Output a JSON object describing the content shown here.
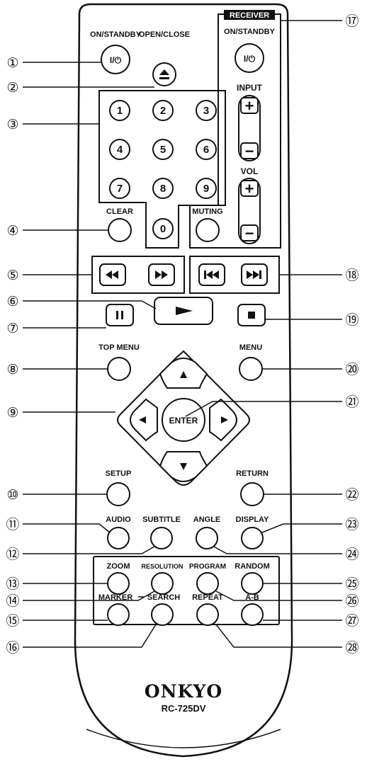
{
  "receiver_badge": "RECEIVER",
  "brand": "ONKYO",
  "model": "RC-725DV",
  "labels": {
    "on_standby": "ON/STANDBY",
    "open_close": "OPEN/CLOSE",
    "receiver_on_standby": "ON/STANDBY",
    "input": "INPUT",
    "vol": "VOL",
    "muting": "MUTING",
    "clear": "CLEAR",
    "top_menu": "TOP MENU",
    "menu": "MENU",
    "enter": "ENTER",
    "setup": "SETUP",
    "return": "RETURN",
    "audio": "AUDIO",
    "subtitle": "SUBTITLE",
    "angle": "ANGLE",
    "display": "DISPLAY",
    "zoom": "ZOOM",
    "resolution": "RESOLUTION",
    "program": "PROGRAM",
    "random": "RANDOM",
    "marker": "MARKER",
    "search": "SEARCH",
    "repeat": "REPEAT",
    "a_b": "A-B"
  },
  "button_glyphs": {
    "power": "I/⏻",
    "plus": "+",
    "minus": "−"
  },
  "digits": [
    "1",
    "2",
    "3",
    "4",
    "5",
    "6",
    "7",
    "8",
    "9",
    "0"
  ],
  "callouts": [
    "①",
    "②",
    "③",
    "④",
    "⑤",
    "⑥",
    "⑦",
    "⑧",
    "⑨",
    "⑩",
    "⑪",
    "⑫",
    "⑬",
    "⑭",
    "⑮",
    "⑯",
    "⑰",
    "⑱",
    "⑲",
    "⑳",
    "㉑",
    "㉒",
    "㉓",
    "㉔",
    "㉕",
    "㉖",
    "㉗",
    "㉘"
  ]
}
